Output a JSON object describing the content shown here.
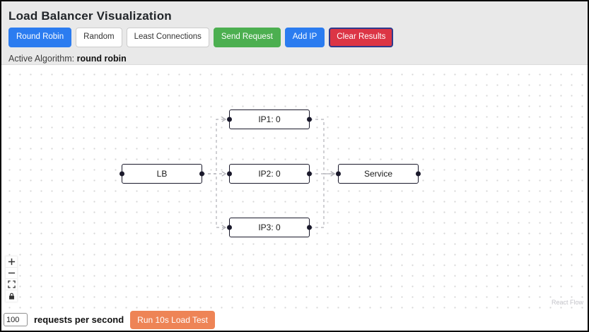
{
  "header": {
    "title": "Load Balancer Visualization",
    "buttons": [
      {
        "label": "Round Robin",
        "style": "primary",
        "active": true
      },
      {
        "label": "Random",
        "style": "light",
        "active": false
      },
      {
        "label": "Least Connections",
        "style": "light",
        "active": false
      },
      {
        "label": "Send Request",
        "style": "success",
        "active": false
      },
      {
        "label": "Add IP",
        "style": "primary",
        "active": false
      },
      {
        "label": "Clear Results",
        "style": "danger",
        "active": false
      }
    ],
    "active_algorithm_label": "Active Algorithm:",
    "active_algorithm_value": "round robin"
  },
  "canvas": {
    "nodes": [
      {
        "id": "lb",
        "label": "LB"
      },
      {
        "id": "ip1",
        "label": "IP1: 0"
      },
      {
        "id": "ip2",
        "label": "IP2: 0"
      },
      {
        "id": "ip3",
        "label": "IP3: 0"
      },
      {
        "id": "service",
        "label": "Service"
      }
    ],
    "edges": [
      {
        "source": "lb",
        "target": "ip1",
        "style": "dashed"
      },
      {
        "source": "lb",
        "target": "ip2",
        "style": "dashed"
      },
      {
        "source": "lb",
        "target": "ip3",
        "style": "dashed"
      },
      {
        "source": "ip1",
        "target": "service",
        "style": "dashed"
      },
      {
        "source": "ip2",
        "target": "service",
        "style": "dashed"
      },
      {
        "source": "ip3",
        "target": "service",
        "style": "dashed"
      }
    ],
    "controls": [
      "zoom-in",
      "zoom-out",
      "fit-view",
      "lock"
    ],
    "attribution": "React Flow"
  },
  "footer": {
    "rate_input_value": "100",
    "rate_label": "requests per second",
    "load_test_button": "Run 10s Load Test"
  },
  "colors": {
    "primary_blue": "#2b7cf0",
    "success_green": "#4caf50",
    "danger_red": "#dc3545",
    "danger_border": "#2e3a8c",
    "loadtest_orange": "#ee8456",
    "header_bg": "#e9e9e9",
    "edge_gray": "#b1b1b7",
    "node_border": "#1a192b"
  }
}
